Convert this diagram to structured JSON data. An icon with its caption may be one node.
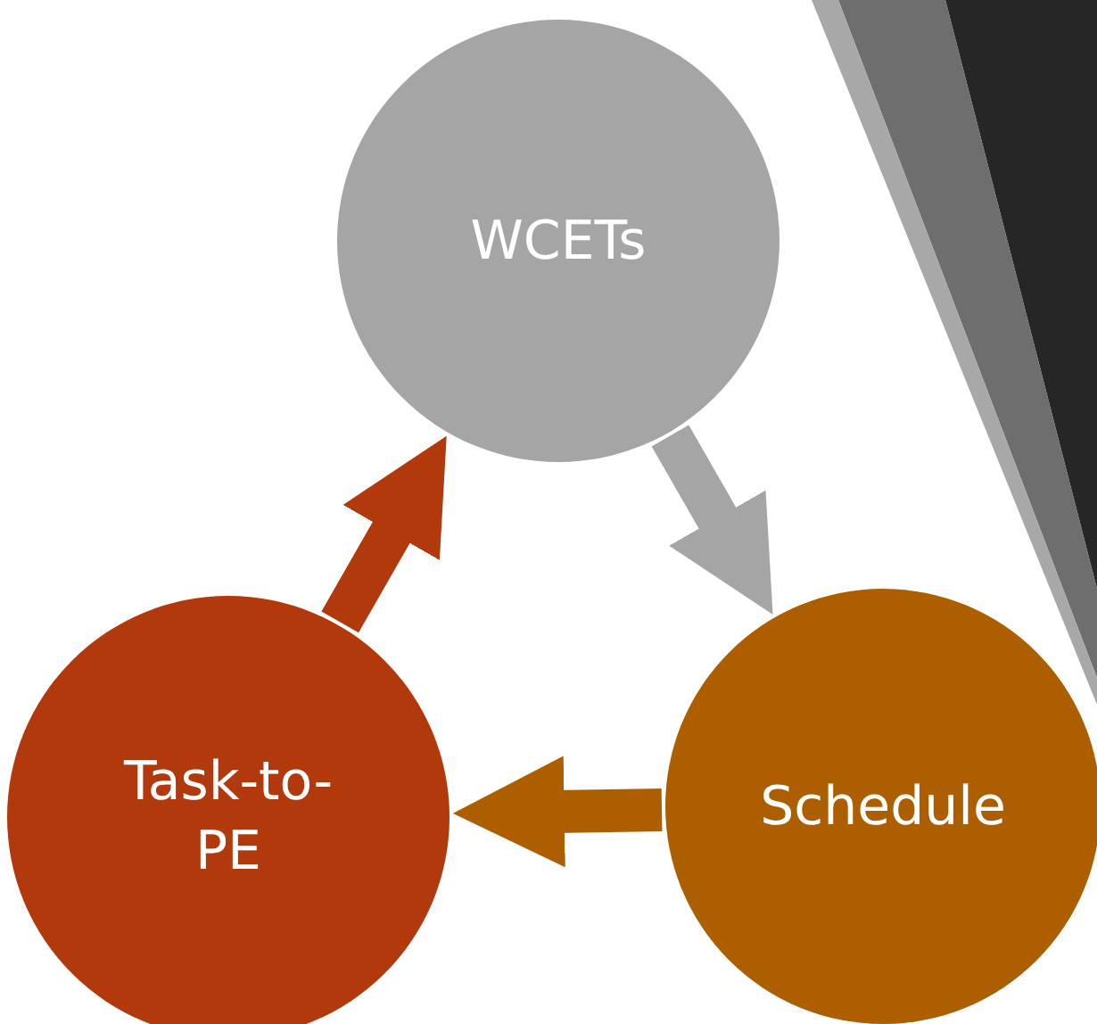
{
  "diagram": {
    "nodes": [
      {
        "text": [
          "WCETs"
        ]
      },
      {
        "text": [
          "Schedule"
        ]
      },
      {
        "text": [
          "Task-to-PE"
        ]
      }
    ],
    "edges": [
      {
        "from": 0,
        "to": 1,
        "arrow": "to",
        "color": "#a5a5a5"
      },
      {
        "from": 1,
        "to": 2,
        "arrow": "to",
        "color": "#ad5f00"
      },
      {
        "from": 2,
        "to": 0,
        "arrow": "to",
        "color": "#b2390c"
      }
    ]
  }
}
